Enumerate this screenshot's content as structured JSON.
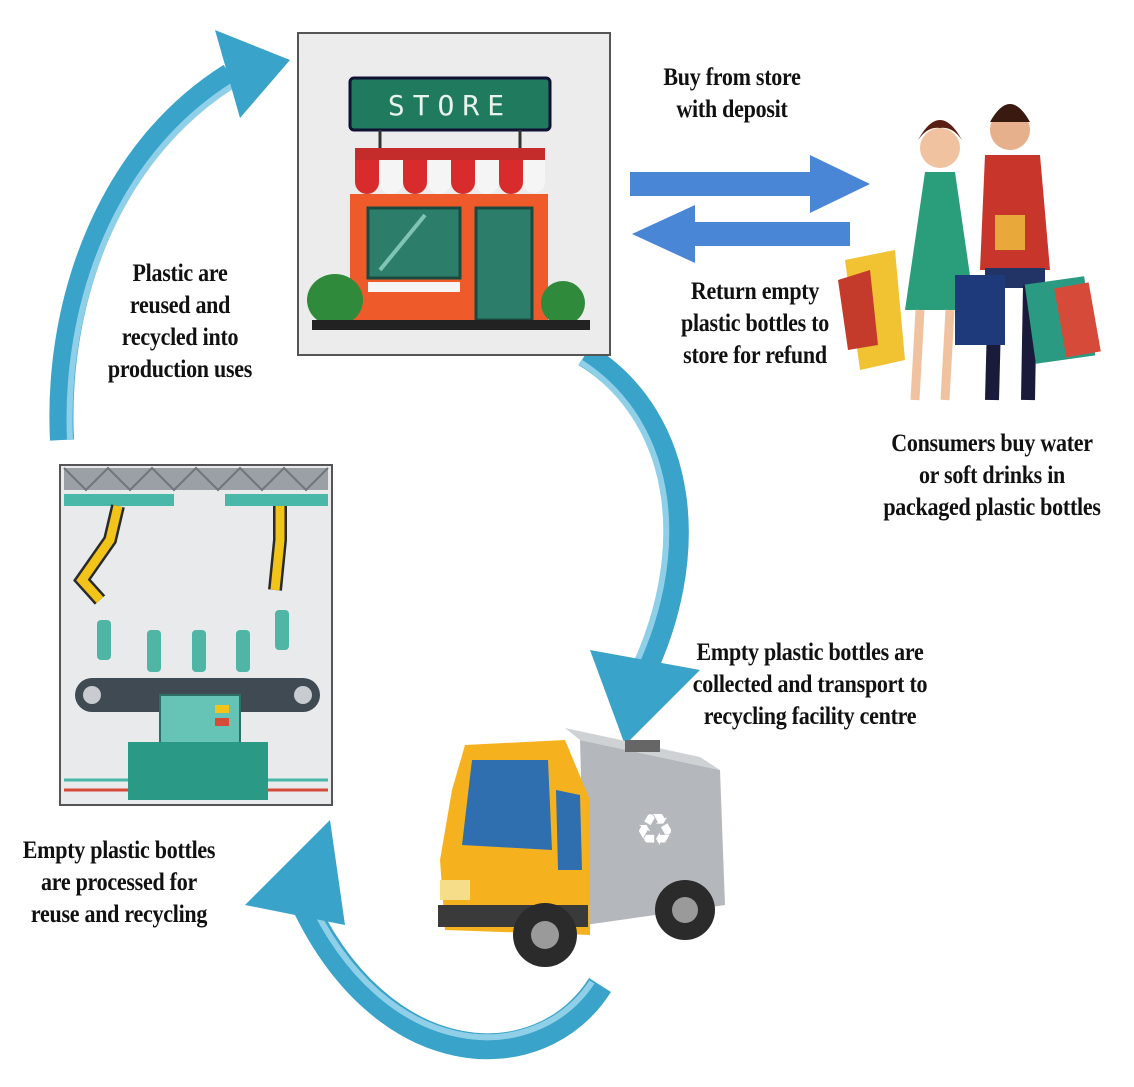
{
  "store_sign": "STORE",
  "labels": {
    "buy_from_store": "Buy from store\nwith deposit",
    "return_bottles": "Return empty\nplastic bottles to\nstore for refund",
    "consumers": "Consumers buy water\nor soft drinks in\npackaged plastic bottles",
    "collected": "Empty plastic bottles are\ncollected and transport to\nrecycling facility centre",
    "processed": "Empty plastic bottles\nare processed for\nreuse and recycling",
    "reused": "Plastic are\nreused and\nrecycled into\nproduction uses"
  },
  "colors": {
    "cycle_arrow": "#3aa3c9",
    "cycle_arrow_light": "#8fd0e8",
    "flow_arrow": "#4a86d6",
    "store_wall": "#ef5a2a",
    "store_sign": "#1f7a5e",
    "truck_cab": "#f6b21e",
    "truck_box": "#b4b8bc"
  }
}
